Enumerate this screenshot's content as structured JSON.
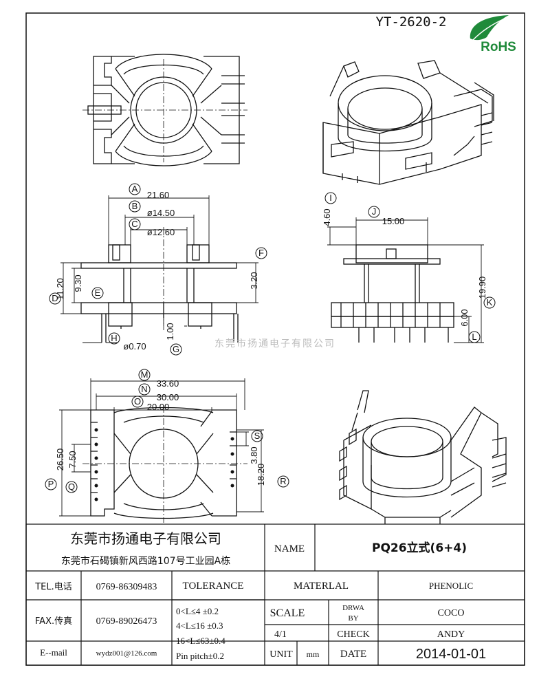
{
  "drawing_number": "YT-2620-2",
  "rohs_label": "RoHS",
  "rohs_icon": "leaf-icon",
  "watermark": "东莞市扬通电子有限公司",
  "dimensions": {
    "A": "21.60",
    "B": "ø14.50",
    "C": "ø12.60",
    "D": "11.20",
    "E": "9.30",
    "F": "3.20",
    "G": "1.00",
    "H": "ø0.70",
    "I": "4.60",
    "J": "15.00",
    "K": "19.90",
    "L": "6.00",
    "M": "33.60",
    "N": "30.00",
    "O": "20.00",
    "P": "26.50",
    "Q": "7.50",
    "R": "18.20",
    "S": "3.80"
  },
  "title_block": {
    "company_name": "东莞市扬通电子有限公司",
    "company_address": "东莞市石碣镇新风西路107号工业园A栋",
    "name_label": "NAME",
    "part_name": "PQ26立式(6+4)",
    "tel_label": "TEL.电话",
    "tel_value": "0769-86309483",
    "fax_label": "FAX.传真",
    "fax_value": "0769-89026473",
    "email_label": "E--mail",
    "email_value": "wydz001@126.com",
    "tolerance_label": "TOLERANCE",
    "tolerance_lines": [
      "0<L≤4   ±0.2",
      "4<L≤16  ±0.3",
      "16<L≤63±0.4",
      "Pin pitch±0.2"
    ],
    "material_label": "MATERLAL",
    "material_value": "PHENOLIC",
    "scale_label": "SCALE",
    "scale_value": "4/1",
    "drawn_by_label": [
      "DRWA",
      "BY"
    ],
    "drawn_by_value": "COCO",
    "check_label": "CHECK",
    "check_value": "ANDY",
    "unit_label": "UNIT",
    "unit_value": "mm",
    "date_label": "DATE",
    "date_value": "2014-01-01"
  }
}
